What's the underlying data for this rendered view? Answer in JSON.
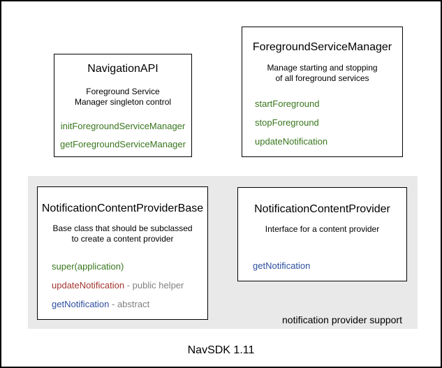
{
  "colors": {
    "green": "#38761d",
    "red": "#a23530",
    "blue": "#2d4f9e",
    "gray": "#808080",
    "group_bg": "#e9e9e9",
    "box_border": "#000000"
  },
  "boxes": {
    "navigation_api": {
      "title": "NavigationAPI",
      "description": "Foreground Service\nManager singleton control",
      "methods": [
        {
          "name": "initForegroundServiceManager",
          "color": "#38761d"
        },
        {
          "name": "getForegroundServiceManager",
          "color": "#38761d"
        }
      ]
    },
    "foreground_service_manager": {
      "title": "ForegroundServiceManager",
      "description": "Manage starting and stopping\nof all foreground services",
      "methods": [
        {
          "name": "startForeground",
          "color": "#38761d"
        },
        {
          "name": "stopForeground",
          "color": "#38761d"
        },
        {
          "name": "updateNotification",
          "color": "#38761d"
        }
      ]
    },
    "notification_content_provider_base": {
      "title": "NotificationContentProviderBase",
      "description": "Base class that should be subclassed\nto create a content provider",
      "methods": [
        {
          "name": "super(application)",
          "color": "#38761d"
        },
        {
          "name": "updateNotification",
          "annotation": "- public helper",
          "color": "#a23530"
        },
        {
          "name": "getNotification",
          "annotation": "- abstract",
          "color": "#2d4f9e"
        }
      ]
    },
    "notification_content_provider": {
      "title": "NotificationContentProvider",
      "description": "Interface for a content provider",
      "methods": [
        {
          "name": "getNotification",
          "color": "#2d4f9e"
        }
      ]
    }
  },
  "group": {
    "label": "notification provider support"
  },
  "caption": "NavSDK 1.11"
}
